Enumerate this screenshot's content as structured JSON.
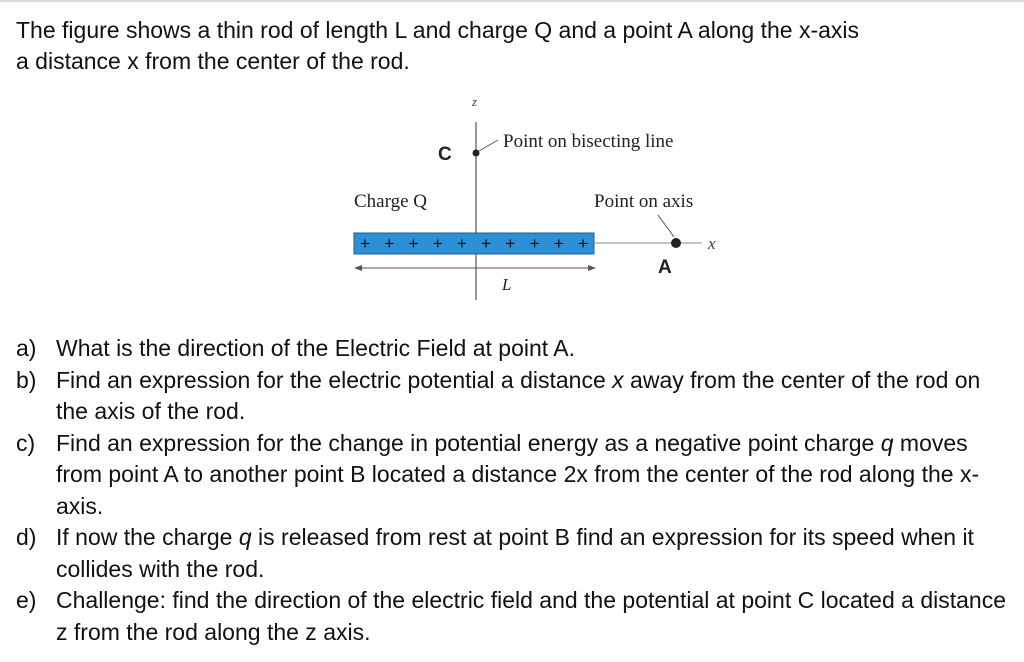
{
  "intro": {
    "line1": "The figure shows a thin rod of length L and charge Q and a point A along the x-axis",
    "line2": "a distance x from the center of the rod."
  },
  "figure": {
    "z_axis_label": "z",
    "point_c_label": "C",
    "bisect_label": "Point on bisecting line",
    "charge_label": "Charge Q",
    "axis_point_label": "Point on axis",
    "rod_charges": "+ + + + + + + + + +",
    "x_axis_label": "x",
    "point_a_label": "A",
    "length_label": "L",
    "rod_color": "#2f8fd4"
  },
  "questions": [
    {
      "label": "a)",
      "pre": "What is the direction of the Electric Field at point A.",
      "em": "",
      "post": ""
    },
    {
      "label": "b)",
      "pre": "Find an expression for the electric potential a distance ",
      "em": "x",
      "post": " away from the center of the rod on the axis of the rod."
    },
    {
      "label": "c)",
      "pre": "Find an expression for the change in potential energy as a negative point charge ",
      "em": "q",
      "post": " moves from point A to another point B located a distance 2x from the center of the rod along the x-axis."
    },
    {
      "label": "d)",
      "pre": "If now the charge ",
      "em": "q",
      "post": " is released from rest at point B find an expression for its speed when it collides with the rod."
    },
    {
      "label": "e)",
      "pre": "Challenge: find the direction of the electric field and the potential at point C located a distance z from the rod along the z axis.",
      "em": "",
      "post": ""
    }
  ]
}
